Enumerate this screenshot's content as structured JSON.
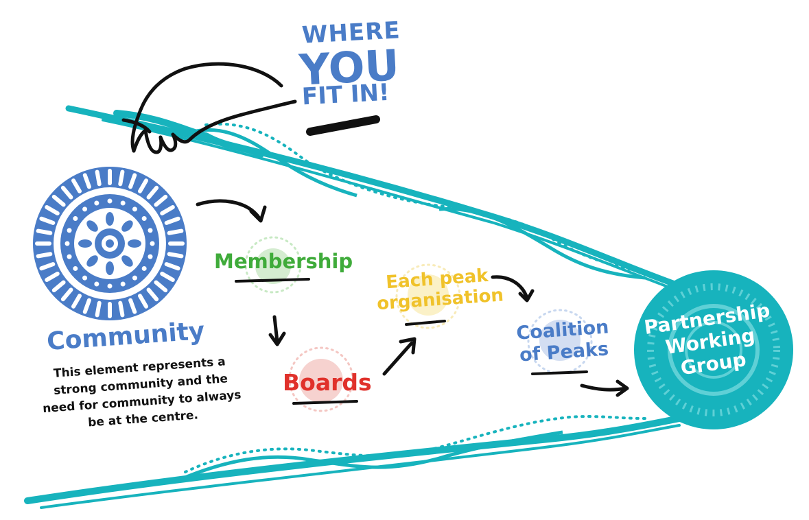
{
  "title": {
    "line1": "WHERE",
    "line2": "YOU",
    "line3": "FIT IN!"
  },
  "community": {
    "label": "Community",
    "description": "This element represents a strong community and the need for community to always be at the centre."
  },
  "nodes": {
    "membership": "Membership",
    "boards": "Boards",
    "peak": "Each peak organisation",
    "coalition": "Coalition of Peaks",
    "partnership": "Partnership Working Group"
  },
  "colors": {
    "teal": "#17b3bd",
    "blue": "#4a7cc7",
    "green": "#3fab3a",
    "red": "#e0312b",
    "yellow": "#f0c22a",
    "black": "#111111"
  },
  "icons": {
    "hand": "pointing-hand-icon",
    "community": "community-circle-icon",
    "arrows": "arrow-icon"
  }
}
